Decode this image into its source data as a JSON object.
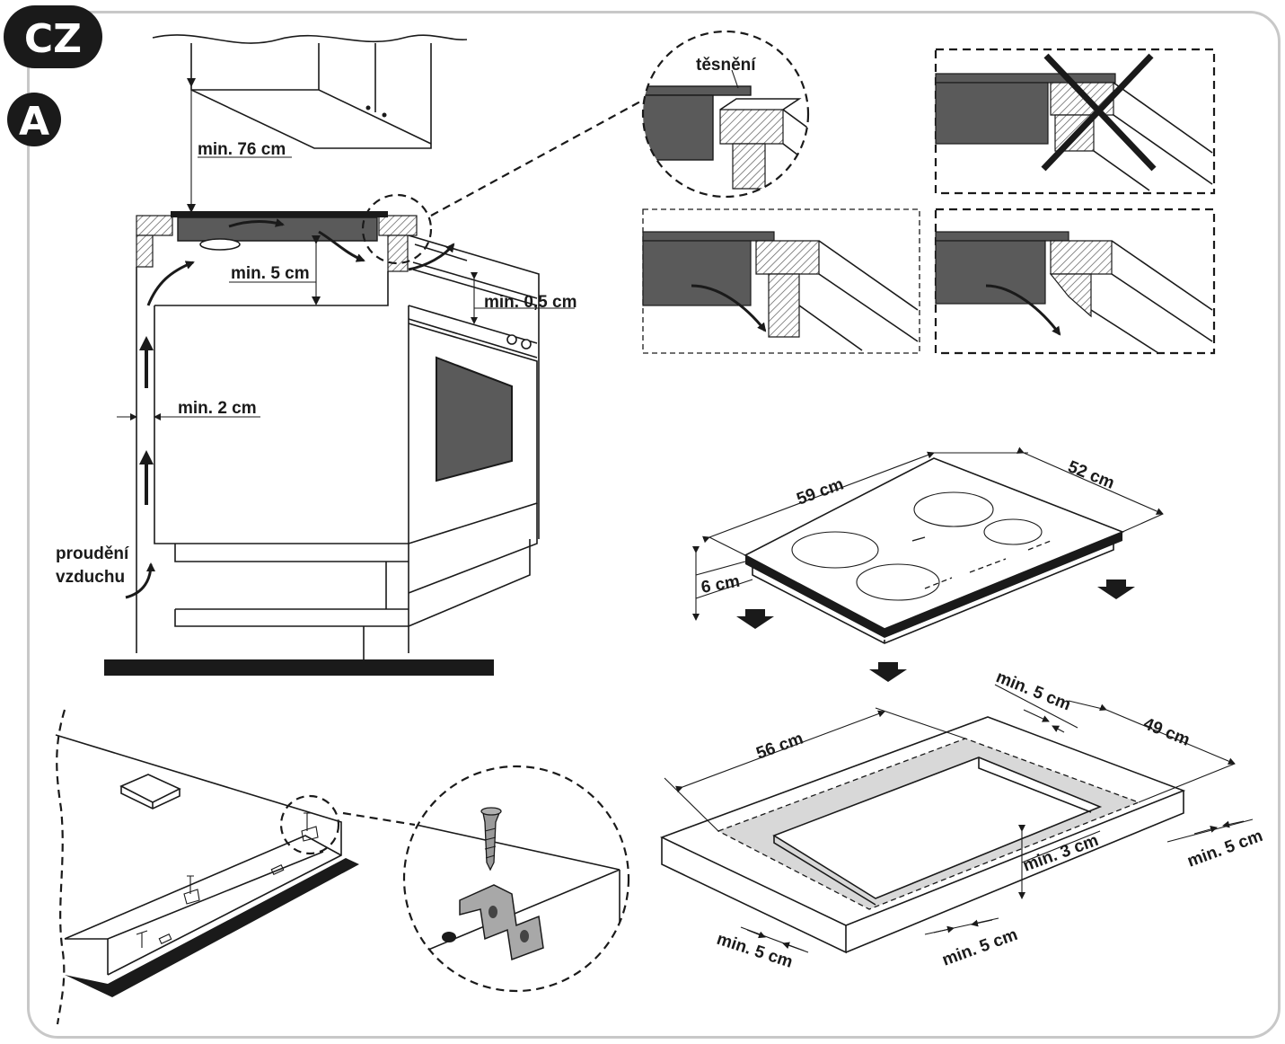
{
  "badges": {
    "country": "CZ",
    "section": "A"
  },
  "labels": {
    "min_76": "min. 76 cm",
    "min_5": "min. 5 cm",
    "min_05": "min. 0,5 cm",
    "min_2": "min. 2 cm",
    "airflow_1": "proudění",
    "airflow_2": "vzduchu",
    "seal": "těsnění",
    "hob_width": "59 cm",
    "hob_depth": "52 cm",
    "hob_height": "6 cm",
    "cut_width": "56 cm",
    "cut_depth": "49 cm",
    "cut_min_back": "min. 5 cm",
    "cut_min_right": "min. 5 cm",
    "cut_min_front": "min. 5 cm",
    "cut_min_left": "min. 5 cm",
    "cut_min_3": "min. 3 cm"
  },
  "colors": {
    "dark_fill": "#5a5a5a",
    "frame": "#c8c8c8",
    "cutout_margin": "#d8d8d8"
  }
}
